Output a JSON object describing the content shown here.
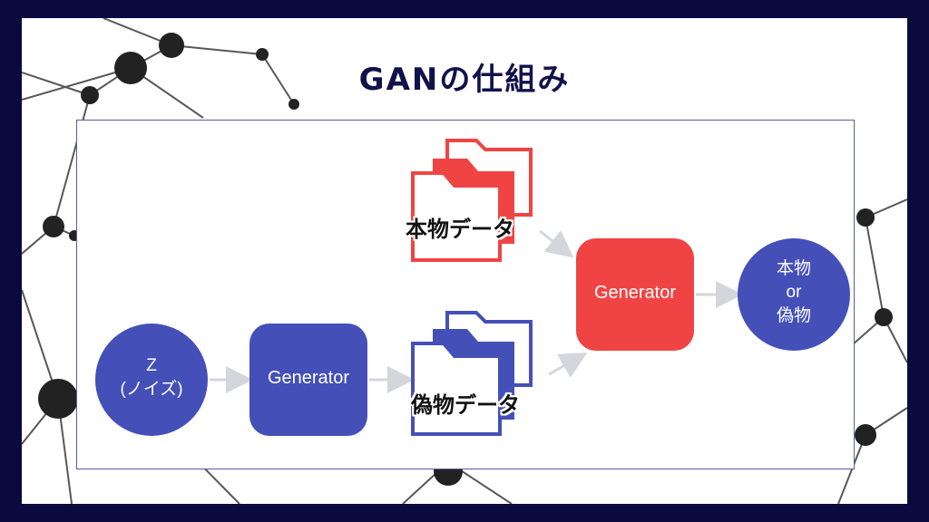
{
  "title": "GANの仕組み",
  "nodes": {
    "z_line1": "Z",
    "z_line2": "(ノイズ)",
    "generator_label": "Generator",
    "fake_data_label": "偽物データ",
    "real_data_label": "本物データ",
    "discriminator_label": "Generator",
    "output_line1": "本物",
    "output_line2": "or",
    "output_line3": "偽物"
  },
  "colors": {
    "frame": "#0b0a3f",
    "title": "#12124a",
    "blue": "#4450b8",
    "red": "#f04444",
    "arrow": "#d4d6dc"
  },
  "icons": [
    "real-data-folder-icon",
    "fake-data-folder-icon"
  ]
}
